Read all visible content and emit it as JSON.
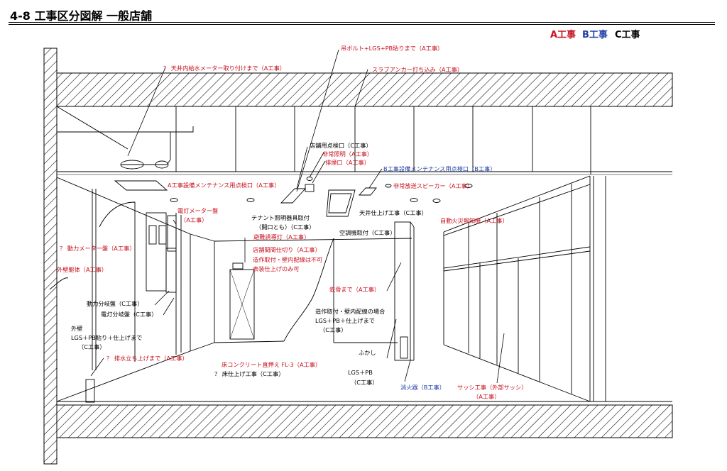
{
  "title": "4-8 工事区分図解 一般店舗",
  "legend": {
    "a": "A工事",
    "b": "B工事",
    "c": "C工事",
    "colors": {
      "a": "#c8101e",
      "b": "#1f3fa8",
      "c": "#000000"
    }
  },
  "labels": {
    "ceiling_meter": "？ 天井内給水メーター取り付けまで（A工事）",
    "hanging_bolt": "吊ボルト+LGS+PB貼りまで（A工事）",
    "slab_anchor": "スラブアンカー打ち込み（A工事）",
    "store_inspection": "店舗用点検口（C工事）",
    "emergency_light": "非常照明（A工事）",
    "smoke_vent": "排煙口（A工事）",
    "a_maintenance": "A工事設備メンテナンス用点検口（A工事）",
    "b_maintenance": "B工事設備メンテナンス用点検口（B工事）",
    "emergency_speaker": "非常放送スピーカー（A工事）",
    "light_meter_panel_1": "電灯メーター盤",
    "light_meter_panel_2": "（A工事）",
    "tenant_lighting_1": "テナント照明器具取付",
    "tenant_lighting_2": "（開口とも）（C工事）",
    "ceiling_finish": "天井仕上げ工事（C工事）",
    "fire_detector": "自動火災報知機（A工事）",
    "ac_unit": "空調機取付（C工事）",
    "evac_light": "避難誘導灯（A工事）",
    "power_meter": "？ 動力メーター盤（A工事）",
    "partition_1": "店舗間間仕切り（A工事）",
    "partition_2": "造作取付・壁内配線は不可",
    "partition_3": "表装仕上げのみ可",
    "exterior_frame": "外壁躯体（A工事）",
    "steel_frame": "鉄骨まで（A工事）",
    "power_panel": "動力分岐盤（C工事）",
    "light_panel": "電灯分岐盤（C工事）",
    "fixture_1": "造作取付・壁内配線の場合",
    "fixture_2": "LGS＋PB＋仕上げまで",
    "fixture_3": "（C工事）",
    "ext_wall_1": "外壁",
    "ext_wall_2": "LGS＋PB貼り＋仕上げまで",
    "ext_wall_3": "（C工事）",
    "drain": "？ 排水立ち上げまで（A工事）",
    "floor_1": "床コンクリート直押え FL-3（A工事）",
    "floor_2": "？ 床仕上げ工事（C工事）",
    "furring_1": "ふかし",
    "furring_2": "LGS＋PB",
    "furring_3": "（C工事）",
    "extinguisher": "消火器（B工事）",
    "sash_1": "サッシ工事（外部サッシ）",
    "sash_2": "（A工事）"
  }
}
